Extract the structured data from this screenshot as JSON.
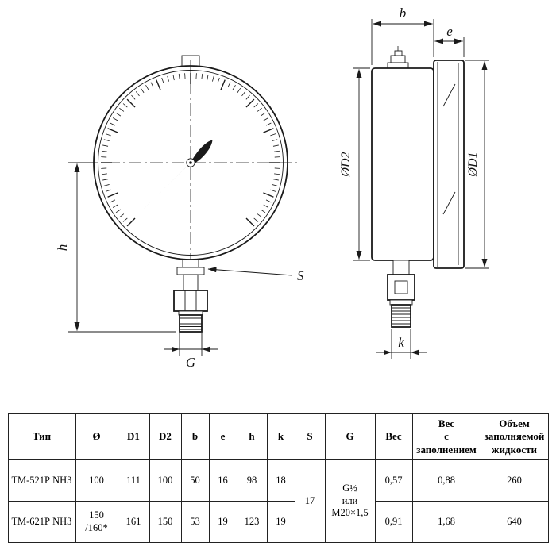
{
  "drawing": {
    "labels": {
      "h": "h",
      "G": "G",
      "S": "S",
      "b": "b",
      "e": "e",
      "D2": "ØD2",
      "D1": "ØD1",
      "k": "k"
    }
  },
  "table": {
    "headers": [
      "Тип",
      "Ø",
      "D1",
      "D2",
      "b",
      "e",
      "h",
      "k",
      "S",
      "G",
      "Вес",
      "Вес\nс заполнением",
      "Объем\nзаполняемой\nжидкости"
    ],
    "shared": {
      "S": "17",
      "G": "G½\nили\nM20×1,5"
    },
    "rows": [
      [
        "ТМ-521Р NH3",
        "100",
        "111",
        "100",
        "50",
        "16",
        "98",
        "18",
        "0,57",
        "0,88",
        "260"
      ],
      [
        "ТМ-621Р NH3",
        "150\n/160*",
        "161",
        "150",
        "53",
        "19",
        "123",
        "19",
        "0,91",
        "1,68",
        "640"
      ]
    ]
  }
}
